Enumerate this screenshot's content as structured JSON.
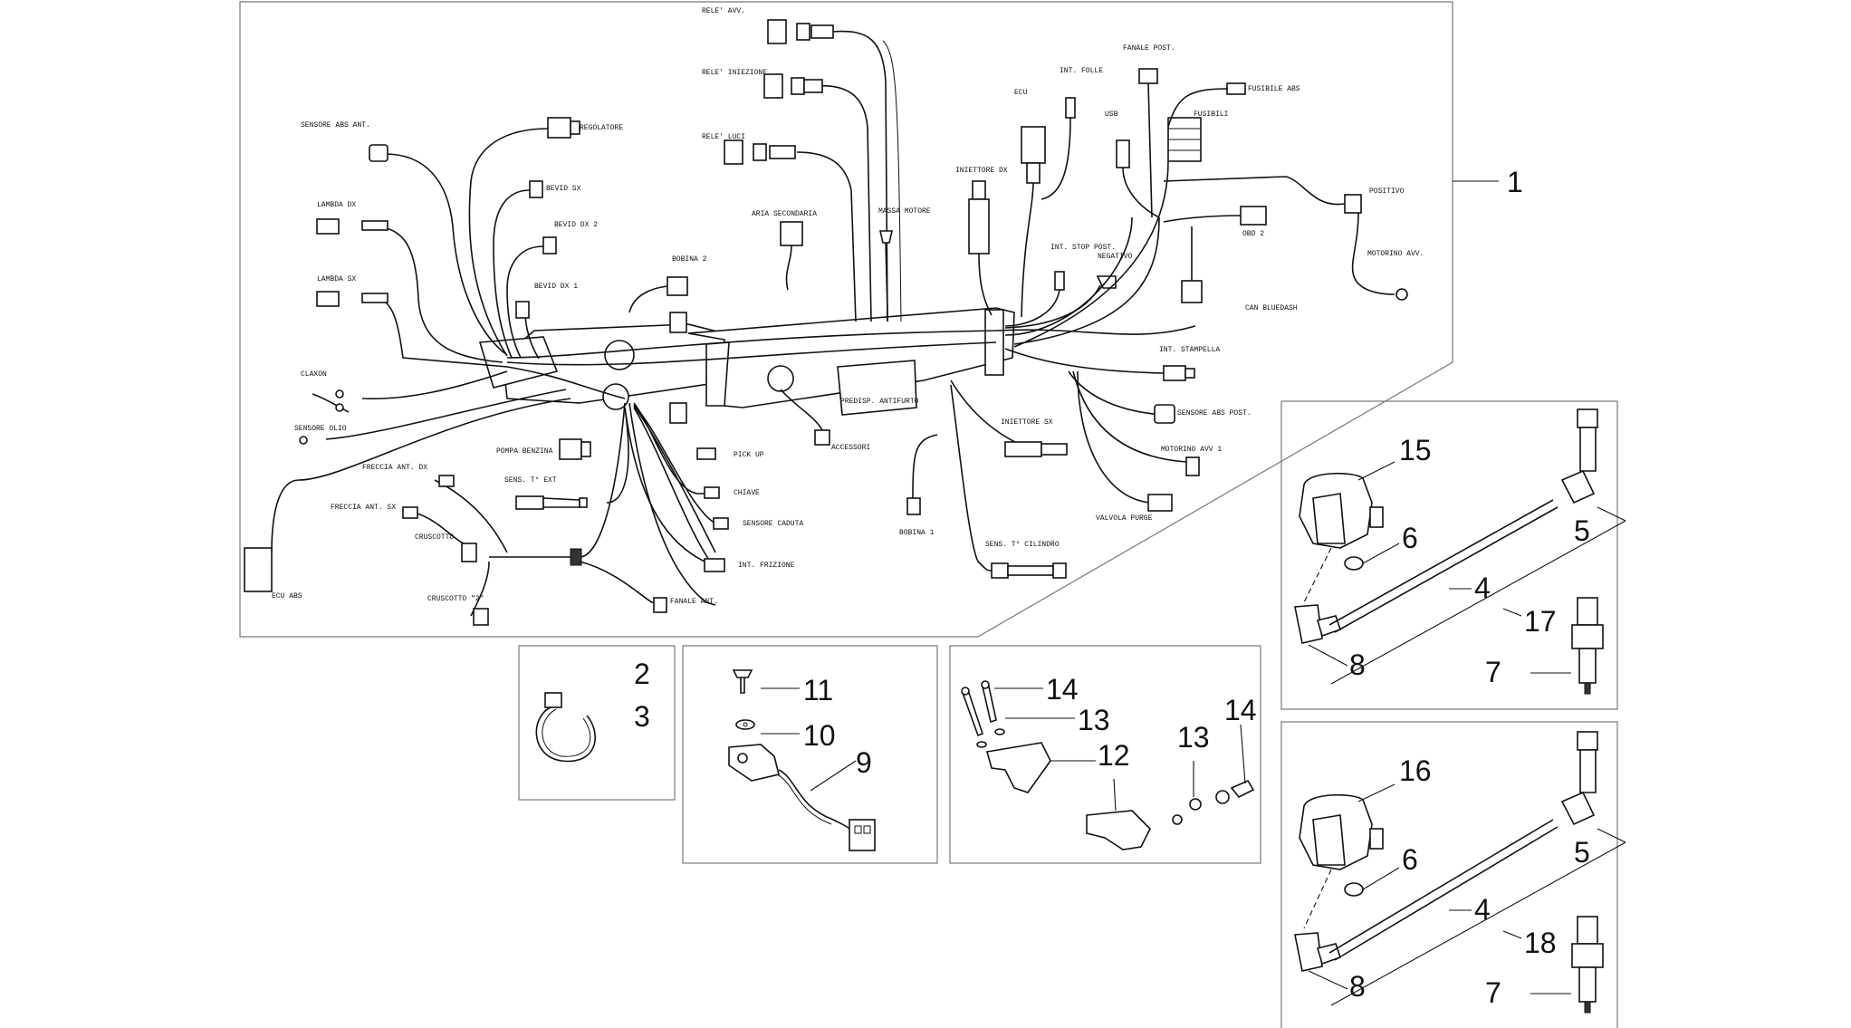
{
  "callouts": {
    "n1": "1",
    "n2": "2",
    "n3": "3",
    "n4a": "4",
    "n4b": "4",
    "n5a": "5",
    "n5b": "5",
    "n6a": "6",
    "n6b": "6",
    "n7a": "7",
    "n7b": "7",
    "n8a": "8",
    "n8b": "8",
    "n9": "9",
    "n10": "10",
    "n11": "11",
    "n12": "12",
    "n13a": "13",
    "n13b": "13",
    "n14a": "14",
    "n14b": "14",
    "n15": "15",
    "n16": "16",
    "n17": "17",
    "n18": "18"
  },
  "harness_labels": {
    "rele_avv": "RELE' AVV.",
    "rele_iniezione": "RELE' INIEZIONE",
    "rele_luci": "RELE' LUCI",
    "sensore_abs_ant": "SENSORE ABS ANT.",
    "regolatore": "REGOLATORE",
    "bevid_sx": "BEVID SX",
    "bevid_dx2": "BEVID DX 2",
    "bevid_dx1": "BEVID DX 1",
    "lambda_dx": "LAMBDA DX",
    "lambda_sx": "LAMBDA SX",
    "claxon": "CLAXON",
    "sensore_olio": "SENSORE OLIO",
    "pompa_benzina": "POMPA BENZINA",
    "freccia_ant_dx": "FRECCIA ANT. DX",
    "freccia_ant_sx": "FRECCIA ANT. SX",
    "cruscotto": "CRUSCOTTO",
    "cruscotto_2": "CRUSCOTTO \"2\"",
    "ecu_abs": "ECU ABS",
    "sens_t_ext": "SENS. T° EXT",
    "pick_up": "PICK UP",
    "chiave": "CHIAVE",
    "sensore_caduta": "SENSORE CADUTA",
    "int_frizione": "INT. FRIZIONE",
    "fanale_ant": "FANALE ANT.",
    "aria_secondaria": "ARIA SECONDARIA",
    "massa_motore": "MASSA MOTORE",
    "bobina_2": "BOBINA 2",
    "accessori": "ACCESSORI",
    "predisp_antifurto": "PREDISP. ANTIFURTO",
    "iniettore_dx": "INIETTORE DX",
    "ecu": "ECU",
    "int_folle": "INT. FOLLE",
    "int_stop_post": "INT. STOP POST.",
    "negativo": "NEGATIVO",
    "fanale_post": "FANALE POST.",
    "usb": "USB",
    "fusibili": "FUSIBILI",
    "fusibile_abs": "FUSIBILE ABS",
    "positivo": "POSITIVO",
    "motorino_avv": "MOTORINO AVV.",
    "obd2": "OBD 2",
    "can_bluedash": "CAN BLUEDASH",
    "int_stampella": "INT. STAMPELLA",
    "sensore_abs_post": "SENSORE ABS POST.",
    "motorino_avv_1": "MOTORINO AVV 1",
    "iniettore_sx": "INIETTORE SX",
    "valvola_purge": "VALVOLA PURGE",
    "bobina_1": "BOBINA 1",
    "sens_t_cilindro": "SENS. T° CILINDRO"
  }
}
